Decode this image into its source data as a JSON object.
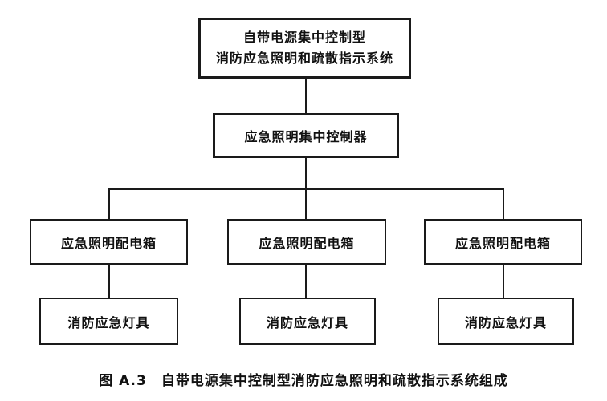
{
  "root": {
    "line1": "自带电源集中控制型",
    "line2": "消防应急照明和疏散指示系统"
  },
  "controller": {
    "label": "应急照明集中控制器"
  },
  "distribution_boxes": [
    {
      "label": "应急照明配电箱"
    },
    {
      "label": "应急照明配电箱"
    },
    {
      "label": "应急照明配电箱"
    }
  ],
  "lamps": [
    {
      "label": "消防应急灯具"
    },
    {
      "label": "消防应急灯具"
    },
    {
      "label": "消防应急灯具"
    }
  ],
  "caption": {
    "figure_number": "图 A.3",
    "text": "自带电源集中控制型消防应急照明和疏散指示系统组成"
  }
}
